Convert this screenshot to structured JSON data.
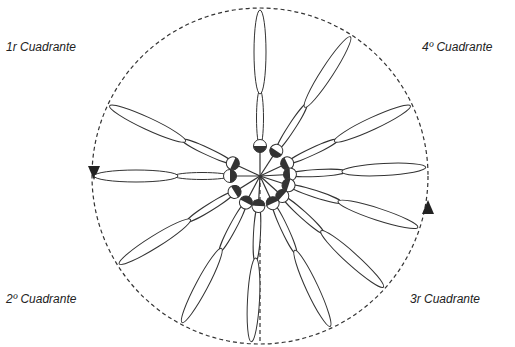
{
  "diagram": {
    "labels": [
      "1r Cuadrante",
      "4º Cuadrante",
      "2º Cuadrante",
      "3r Cuadrante"
    ]
  }
}
